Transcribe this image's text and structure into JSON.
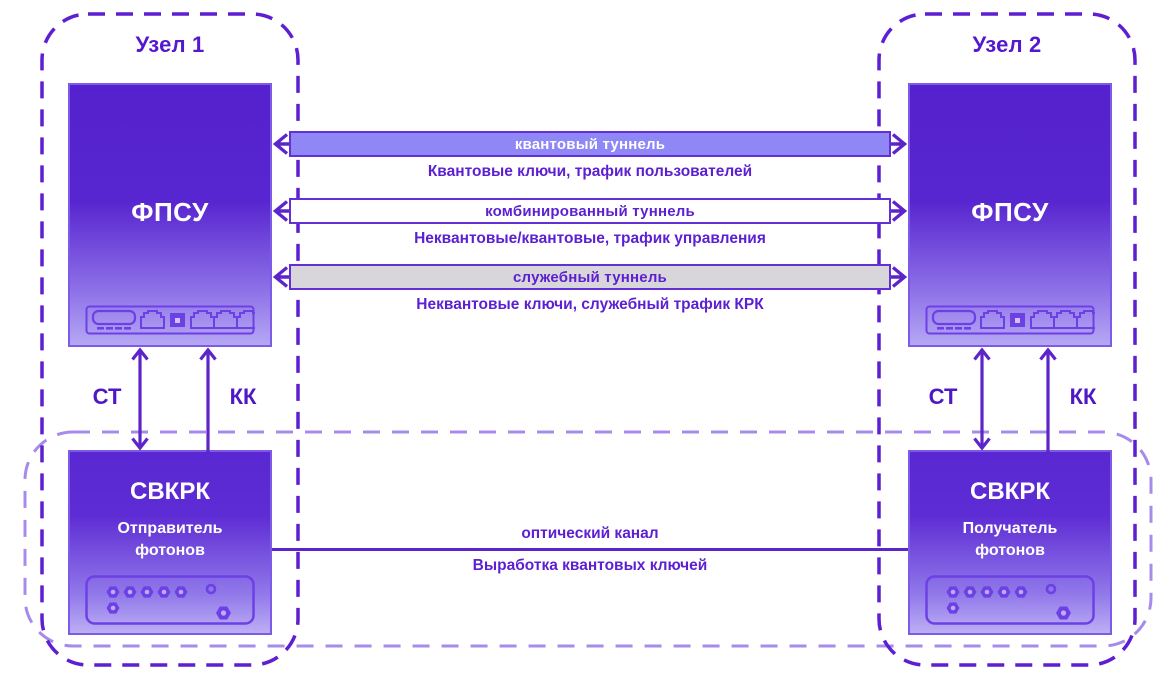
{
  "diagram_title": "Quantum key distribution link between two nodes",
  "colors": {
    "accent": "#5d25c9",
    "node_border": "#5d1fd1",
    "qkd_section_border": "#a78bea",
    "title_text": "#5318cf",
    "caption_text": "#5c1fd1",
    "box_gradient_top": "#5521ce",
    "box_gradient_bottom": "#b6a7f4",
    "quantum_tunnel_fill": "#8f87f6",
    "combined_tunnel_fill": "#ffffff",
    "service_tunnel_fill": "#d8d6da"
  },
  "nodes": [
    {
      "title": "Узел 1",
      "fpsu_label": "ФПСУ",
      "svkrk_label": "СВКРК",
      "svkrk_role": "Отправитель\nфотонов",
      "links": {
        "st": "СТ",
        "kk": "КК"
      }
    },
    {
      "title": "Узел 2",
      "fpsu_label": "ФПСУ",
      "svkrk_label": "СВКРК",
      "svkrk_role": "Получатель\nфотонов",
      "links": {
        "st": "СТ",
        "kk": "КК"
      }
    }
  ],
  "tunnels": [
    {
      "label": "квантовый туннель",
      "caption": "Квантовые ключи, трафик пользователей",
      "fill": "#8f87f6",
      "text_color": "#ffffff"
    },
    {
      "label": "комбинированный туннель",
      "caption": "Неквантовые/квантовые, трафик управления",
      "fill": "#ffffff",
      "text_color": "#5c1fd1"
    },
    {
      "label": "служебный туннель",
      "caption": "Неквантовые ключи, служебный трафик КРК",
      "fill": "#d8d6da",
      "text_color": "#5c1fd1"
    }
  ],
  "optical_channel": {
    "label": "оптический канал",
    "caption": "Выработка квантовых ключей"
  },
  "icons": {
    "fpsu_panel": "network-ports-icon",
    "svkrk_panel": "optical-connectors-icon",
    "tunnel_arrows": "double-headed-arrow-icon",
    "st_arrow": "double-headed-vertical-arrow-icon",
    "kk_arrow": "up-arrow-icon"
  }
}
